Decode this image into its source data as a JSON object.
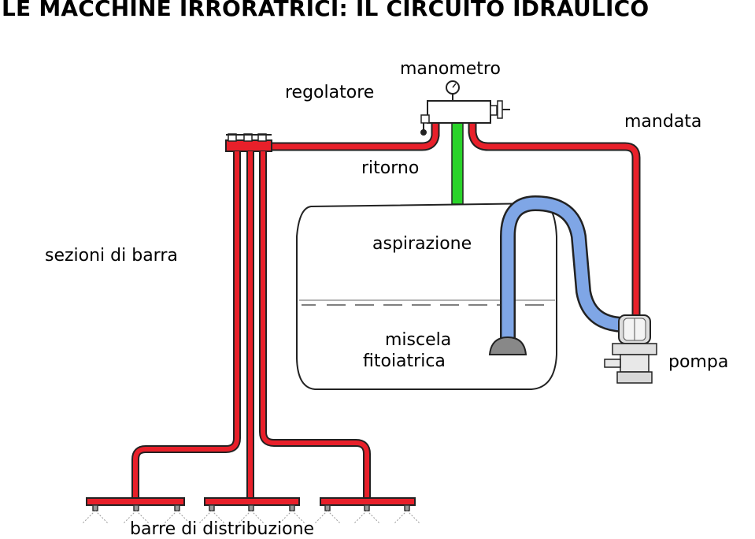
{
  "title": "LE MACCHINE IRRORATRICI: IL CIRCUITO IDRAULICO",
  "labels": {
    "manometro": "manometro",
    "regolatore": "regolatore",
    "mandata": "mandata",
    "ritorno": "ritorno",
    "sezioni": "sezioni di barra",
    "aspirazione": "aspirazione",
    "miscela_1": "miscela",
    "miscela_2": "fitoiatrica",
    "pompa": "pompa",
    "barre": "barre di distribuzione"
  },
  "colors": {
    "pressure_line": "#e8202a",
    "return_line": "#2ad42a",
    "suction_line": "#7fa6e6",
    "outline": "#222222"
  }
}
